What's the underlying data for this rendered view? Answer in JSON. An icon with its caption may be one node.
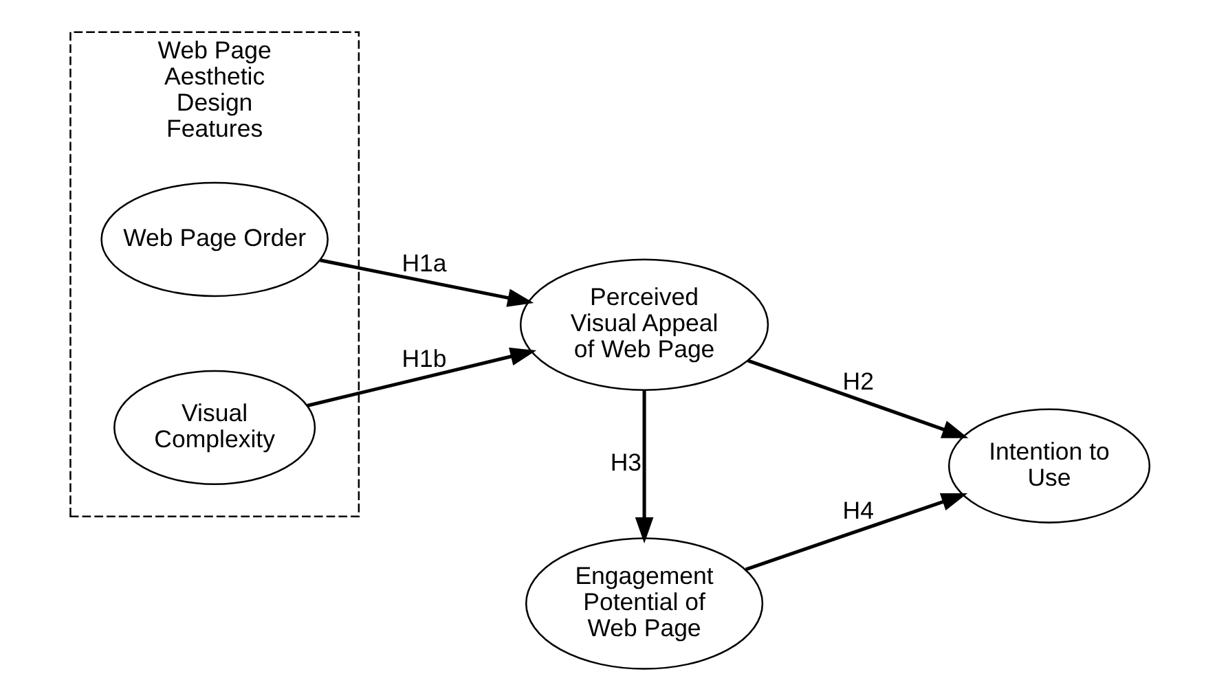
{
  "diagram": {
    "nodes": [
      {
        "text": [
          "Web Page Aesthetic Design Features"
        ]
      },
      {
        "text": [
          "Web Page Order"
        ],
        "in": 0
      },
      {
        "text": [
          "Perceived Visual Appeal of Web Page"
        ]
      },
      {
        "text": [
          "Intention to Use"
        ]
      },
      {
        "text": [
          "Visual Complexity"
        ],
        "in": 0
      },
      {
        "text": [
          "Engagement Potential of Web Page"
        ]
      }
    ],
    "edges": [
      {
        "from": 1,
        "to": 2,
        "label": "H1a",
        "arrow": "to"
      },
      {
        "from": 4,
        "to": 2,
        "label": "H1b",
        "arrow": "to"
      },
      {
        "from": 2,
        "to": 3,
        "label": "H2",
        "arrow": "to"
      },
      {
        "from": 2,
        "to": 5,
        "label": "H3",
        "arrow": "to"
      },
      {
        "from": 5,
        "to": 3,
        "label": "H4",
        "arrow": "to"
      }
    ]
  }
}
